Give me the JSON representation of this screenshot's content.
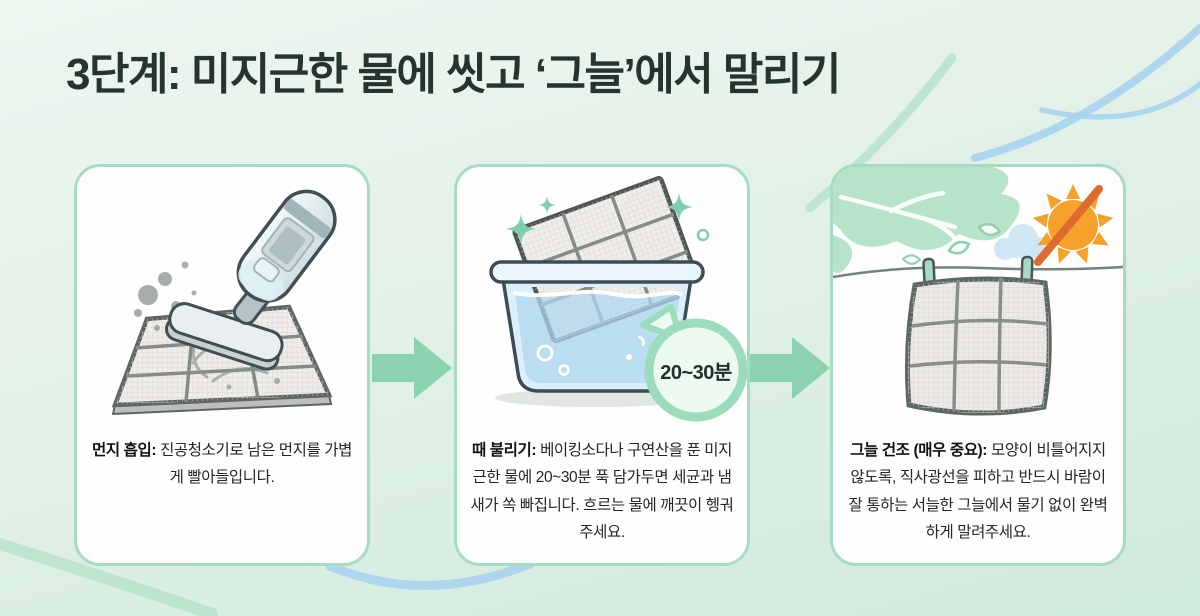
{
  "page": {
    "title": "3단계: 미지근한 물에 씻고 ‘그늘’에서 말리기"
  },
  "steps": [
    {
      "name": "dust-suction",
      "lead": "먼지 흡입:",
      "description": "진공청소기로 남은 먼지를 가볍게 빨아들입니다.",
      "illustration": "vacuum-cleaner-on-filter"
    },
    {
      "name": "soak",
      "lead": "때 불리기:",
      "description": "베이킹소다나 구연산을 푼 미지근한 물에 20~30분 푹 담가두면 세균과 냄새가 쏙 빠집니다. 흐르는 물에 깨끗이 헹궈주세요.",
      "badge": "20~30분",
      "illustration": "filter-soaking-in-basin"
    },
    {
      "name": "shade-dry",
      "lead": "그늘 건조 (매우 중요):",
      "description": "모양이 비틀어지지 않도록, 직사광선을 피하고 반드시 바람이 잘 통하는 서늘한 그늘에서 물기 없이 완벽하게 말려주세요.",
      "illustration": "filter-drying-in-shade-no-direct-sun"
    }
  ],
  "colors": {
    "background_top": "#eef6f0",
    "background_bottom": "#d0eadd",
    "title": "#24342f",
    "card_border": "#a7dcc3",
    "card_background": "#fdfefd",
    "arrow": "#8bd3b0",
    "badge_border": "#9bdcbc",
    "badge_background": "#ecfaf2",
    "water": "#aed7ef",
    "sun": "#f5a12b",
    "sun_slash": "#de6a2e",
    "foliage": "#b7e3c9",
    "swoosh_blue": "#a9d3ee",
    "swoosh_green": "#bbe4cd"
  }
}
